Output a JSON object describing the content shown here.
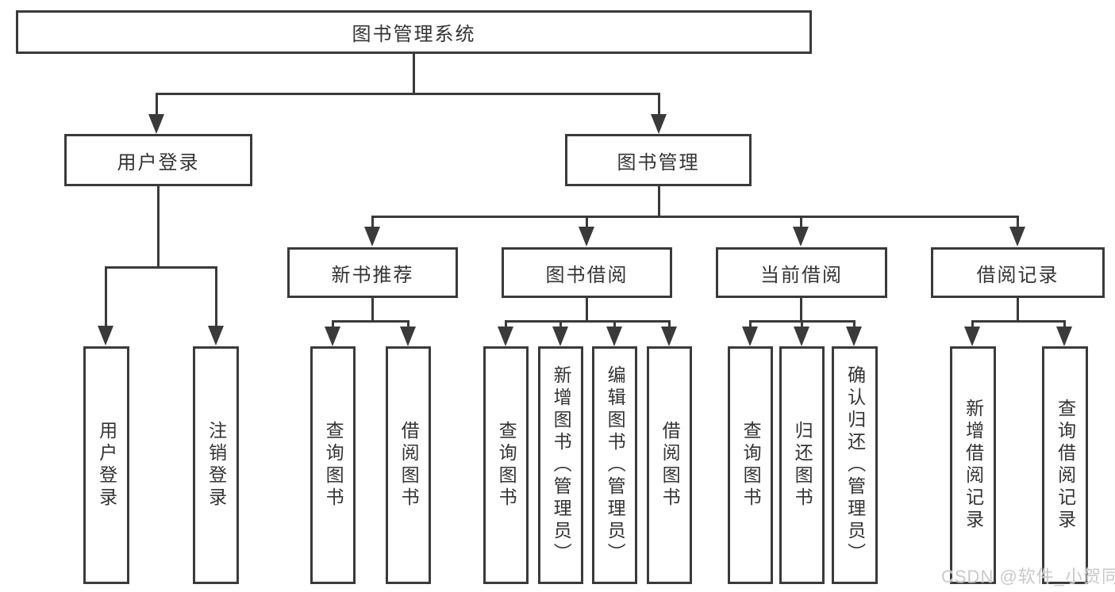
{
  "diagram": {
    "root_label": "图书管理系统",
    "level2": [
      {
        "label": "用户登录"
      },
      {
        "label": "图书管理"
      }
    ],
    "level3": [
      {
        "label": "新书推荐",
        "parent": "图书管理"
      },
      {
        "label": "图书借阅",
        "parent": "图书管理"
      },
      {
        "label": "当前借阅",
        "parent": "图书管理"
      },
      {
        "label": "借阅记录",
        "parent": "图书管理"
      }
    ],
    "leaves": [
      {
        "label": "用户登录",
        "parent": "用户登录"
      },
      {
        "label": "注销登录",
        "parent": "用户登录"
      },
      {
        "label": "查询图书",
        "parent": "新书推荐"
      },
      {
        "label": "借阅图书",
        "parent": "新书推荐"
      },
      {
        "label": "查询图书",
        "parent": "图书借阅"
      },
      {
        "label": "新增图书（管理员）",
        "parent": "图书借阅"
      },
      {
        "label": "编辑图书（管理员）",
        "parent": "图书借阅"
      },
      {
        "label": "借阅图书",
        "parent": "图书借阅"
      },
      {
        "label": "查询图书",
        "parent": "当前借阅"
      },
      {
        "label": "归还图书",
        "parent": "当前借阅"
      },
      {
        "label": "确认归还（管理员）",
        "parent": "当前借阅"
      },
      {
        "label": "新增借阅记录",
        "parent": "借阅记录"
      },
      {
        "label": "查询借阅记录",
        "parent": "借阅记录"
      }
    ]
  },
  "watermark": "CSDN @软件_小贺同学",
  "colors": {
    "line": "#3a3a3a",
    "text": "#333333",
    "watermark": "#c9c9c7",
    "background": "#ffffff"
  }
}
